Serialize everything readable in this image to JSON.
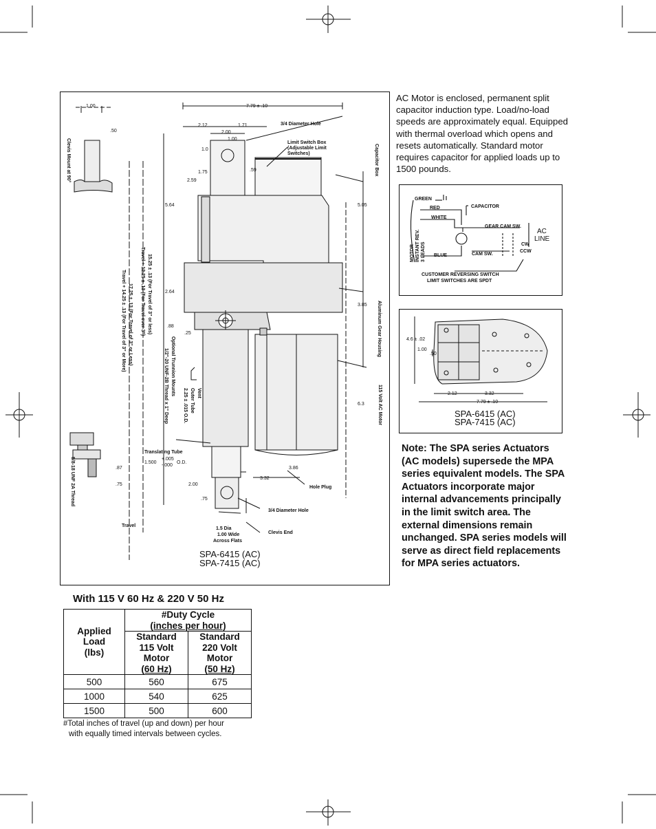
{
  "drawing": {
    "labels": {
      "clevis_mount": "Clevis Mount at 90°",
      "d_100": "1.00",
      "d_050": ".50",
      "d_779": "7.79 ± .10",
      "d_212": "2.12",
      "d_171": "1.71",
      "d_200": "2.00",
      "d_100b": "1.00",
      "hole_34": "3/4 Diameter Hole",
      "limit_box": "Limit Switch Box",
      "limit_box2": "(Adjustable Limit",
      "limit_box3": "Switches)",
      "d_10": "1.0",
      "d_175": "1.75",
      "d_259": "2.59",
      "d_059": ".59",
      "capacitor_box": "Capacitor Box",
      "d_564": "5.64",
      "d_505": "5.05",
      "travel_a": "15.25 ± .13 (For Travel of 3\" or less)",
      "travel_b": "Travel + 12.25 ± .13 (For Travel over 3\")",
      "travel_c": "17.25 ± .13 (For Travel of 3\" or Less)",
      "travel_d": "Travel + 14.25 ± .13 (For Travel of 3\" or More)",
      "d_264": "2.64",
      "d_385": "3.85",
      "alum_housing": "Aluminum Gear Housing",
      "d_088": ".88",
      "d_025": ".25",
      "trunnion_a": "Optional Trunnion Mounts",
      "trunnion_b": "1/2\"-20 UNF-2B Thread x 1\" Deep",
      "vent": "Vent",
      "outer_tube_a": "Outer Tube",
      "outer_tube_b": "2.25 ± .015 O.D.",
      "motor_115": "115 Volt AC Motor",
      "d_63": "6.3",
      "translating_tube": "Translating Tube",
      "tt_od": "1.500",
      "tt_tol_p": "+.005",
      "tt_tol_m": "-.000",
      "tt_od_suffix": "O.D.",
      "d_386": "3.86",
      "d_087": ".87",
      "d_332": "3.32",
      "thread": "5/8-18 UNF 2A Thread",
      "d_075": ".75",
      "d_200b": "2.00",
      "hole_plug": "Hole Plug",
      "d_075b": ".75",
      "hole_34b": "3/4 Diameter Hole",
      "travel": "Travel",
      "dia_15": "1.5 Dia",
      "wide_100": "1.00 Wide",
      "across_flats": "Across Flats",
      "clevis_end": "Clevis End",
      "model_a": "SPA-6415 (AC)",
      "model_b": "SPA-7415 (AC)"
    }
  },
  "motor_description": "AC Motor is enclosed, permanent split capacitor induction type. Load/no-load speeds are approximately equal. Equipped with thermal overload which opens and resets automatically. Standard motor requires capacitor for applied loads up to 1500 pounds.",
  "wiring": {
    "green": "GREEN",
    "red": "RED",
    "capacitor": "CAPACITOR",
    "white": "WHITE",
    "gear_cam": "GEAR CAM SW.",
    "ac": "AC",
    "line": "LINE",
    "motor_a": "MOTOR",
    "motor_b": "INSTANT REV.",
    "motor_c": "3 LEADS",
    "cw": "CW",
    "ccw": "CCW",
    "blue": "BLUE",
    "cam_sw": "CAM SW.",
    "customer_a": "CUSTOMER REVERSING SWITCH",
    "customer_b": "LIMIT SWITCHES ARE SPDT"
  },
  "top_view": {
    "d_46": "4.6 ± .02",
    "d_100": "1.00",
    "d_050": ".50",
    "d_212": "2.12",
    "d_332": "3.32",
    "d_779": "7.79 ± .10",
    "model_a": "SPA-6415 (AC)",
    "model_b": "SPA-7415 (AC)"
  },
  "note": "Note: The SPA series Actuators (AC models) supersede the MPA series equivalent models. The SPA Actuators incorporate major internal advancements principally in the limit switch area. The external dimensions remain unchanged. SPA series models will serve as direct field replacements for MPA series actuators.",
  "table": {
    "heading": "With 115 V 60 Hz & 220 V 50 Hz",
    "duty_cycle_a": "#Duty Cycle",
    "duty_cycle_b": "(inches per hour)",
    "col_load_a": "Applied",
    "col_load_b": "Load",
    "col_load_c": "(lbs)",
    "col_115_a": "Standard",
    "col_115_b": "115 Volt",
    "col_115_c": "Motor",
    "col_115_d": "(60 Hz)",
    "col_220_a": "Standard",
    "col_220_b": "220 Volt",
    "col_220_c": "Motor",
    "col_220_d": "(50 Hz)",
    "rows": [
      {
        "load": "500",
        "v115": "560",
        "v220": "675"
      },
      {
        "load": "1000",
        "v115": "540",
        "v220": "625"
      },
      {
        "load": "1500",
        "v115": "500",
        "v220": "600"
      }
    ],
    "footnote_a": "#Total inches of travel (up and down) per hour",
    "footnote_b": "with equally timed intervals between cycles."
  }
}
